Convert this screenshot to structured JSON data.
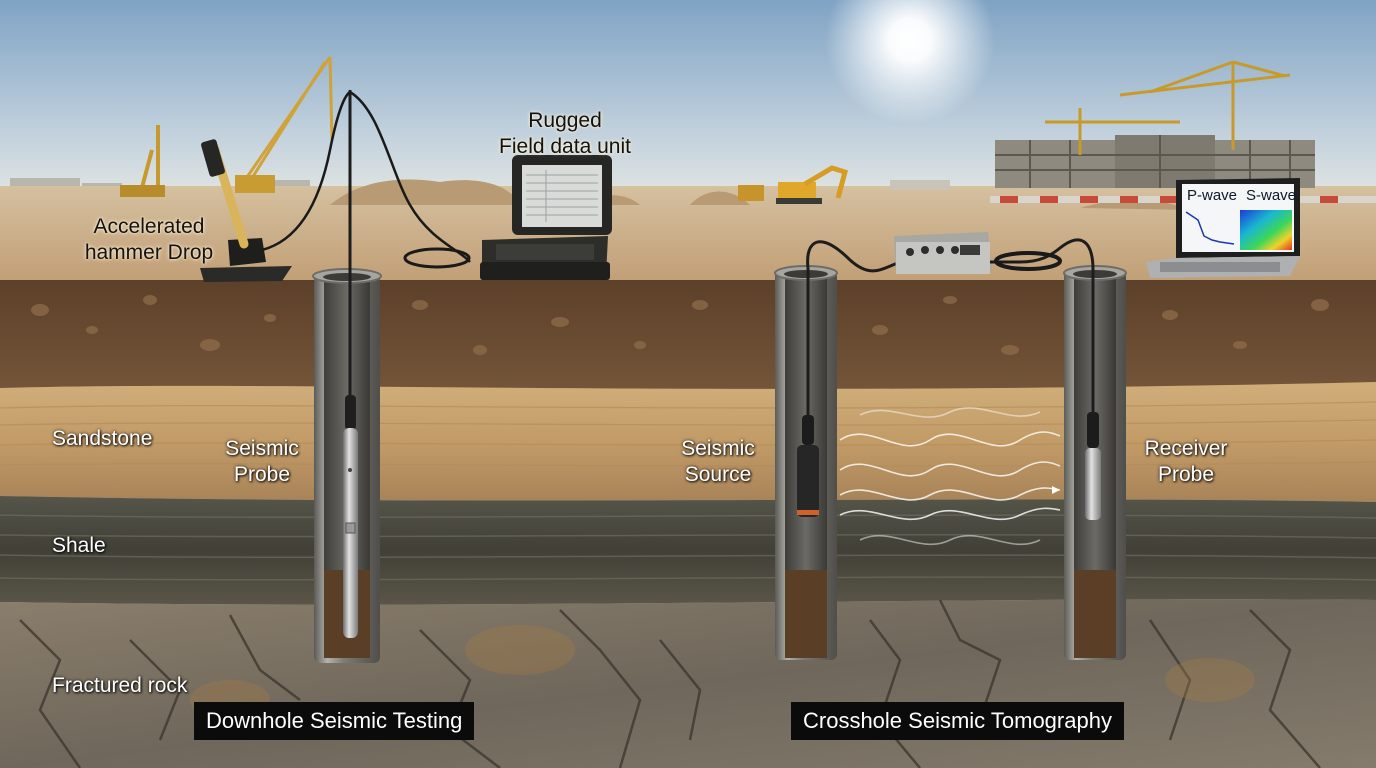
{
  "labels": {
    "hammer_line1": "Accelerated",
    "hammer_line2": "hammer Drop",
    "datalogger_line1": "Rugged",
    "datalogger_line2": "Field data unit",
    "sandstone": "Sandstone",
    "shale": "Shale",
    "fractured_rock": "Fractured rock",
    "seismic_probe_line1": "Seismic",
    "seismic_probe_line2": "Probe",
    "seismic_source_line1": "Seismic",
    "seismic_source_line2": "Source",
    "receiver_probe_line1": "Receiver",
    "receiver_probe_line2": "Probe",
    "laptop_pwave": "P-wave",
    "laptop_swave": "S-wave"
  },
  "captions": {
    "downhole": "Downhole Seismic Testing",
    "crosshole": "Crosshole Seismic Tomography"
  },
  "colors": {
    "sky_top": "#7fa3c4",
    "sky_horizon": "#dfe6ea",
    "ground_surface": "#c9ab82",
    "topsoil": "#6b4a30",
    "sandstone": "#c9a774",
    "shale": "#4d4c42",
    "fractured_rock": "#7d7466",
    "casing": "#8a8984",
    "caption_bg": "#0b0b0b"
  },
  "icons": [
    "sun-icon",
    "crane-icon",
    "excavator-icon",
    "hammer-icon",
    "datalogger-icon",
    "amplifier-icon",
    "laptop-icon",
    "seismic-wave-icon"
  ]
}
